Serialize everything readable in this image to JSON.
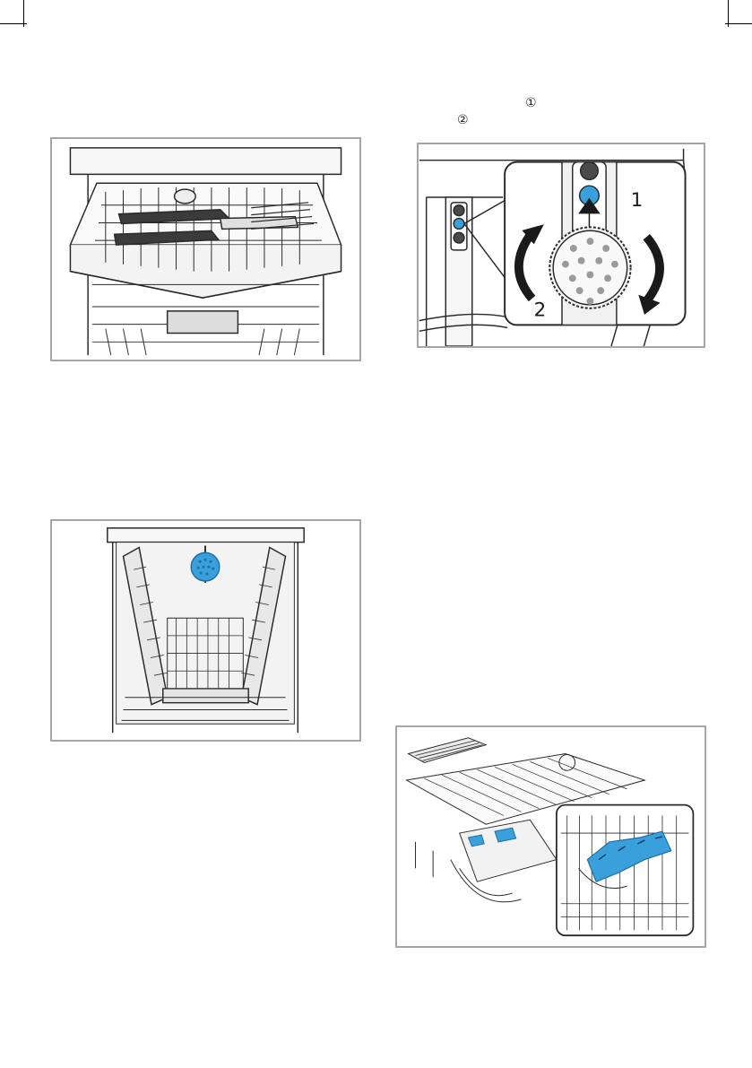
{
  "page": {
    "step_markers": [
      "①",
      "②"
    ]
  },
  "figures": [
    {
      "name": "figure-top-drawer-cutlery",
      "content": "cutlery-drawer-pulled-out"
    },
    {
      "name": "figure-spray-arm-rotation",
      "content": "spray-arm-turn-and-lift",
      "callouts": [
        "1",
        "2"
      ]
    },
    {
      "name": "figure-upper-rack-spray-arm",
      "content": "upper-rack-top-view"
    },
    {
      "name": "figure-basket-clips",
      "content": "basket-rack-clips-detail"
    }
  ],
  "colors": {
    "accent_blue": "#3aa0dc",
    "frame_gray": "#a6a6a6",
    "line": "#2a2a2a"
  }
}
